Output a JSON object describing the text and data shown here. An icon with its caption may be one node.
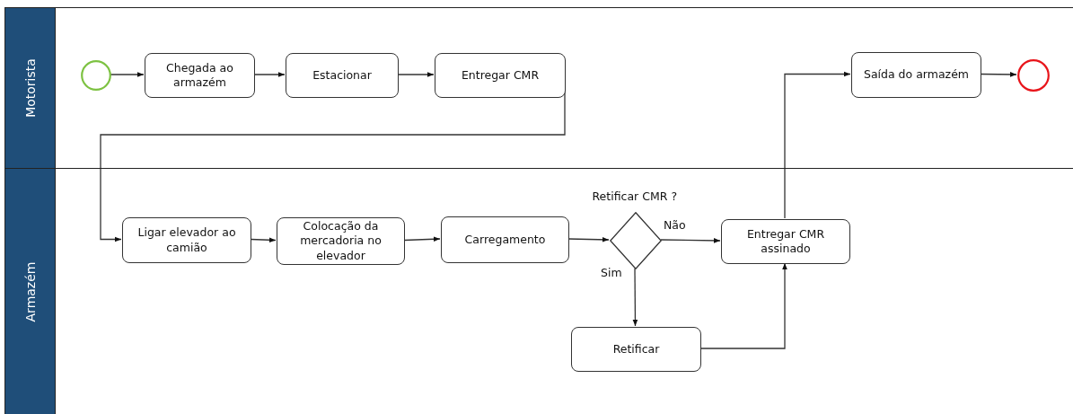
{
  "diagram": {
    "nodes": [
      {
        "text": [
          "Motorista"
        ]
      },
      {
        "text": [
          "Armazém"
        ]
      },
      {
        "text": [],
        "shape": "circle",
        "in": 0
      },
      {
        "text": [
          "Chegada ao armazém"
        ],
        "in": 0
      },
      {
        "text": [
          "Estacionar"
        ],
        "in": 0
      },
      {
        "text": [
          "Entregar CMR"
        ],
        "in": 0
      },
      {
        "text": [
          "Saída do armazém"
        ],
        "in": 0
      },
      {
        "text": [],
        "shape": "circle",
        "in": 0
      },
      {
        "text": [
          "Ligar elevador ao camião"
        ],
        "in": 1
      },
      {
        "text": [
          "Colocação da mercadoria no elevador"
        ],
        "in": 1
      },
      {
        "text": [
          "Carregamento"
        ],
        "in": 1
      },
      {
        "text": [],
        "shape": "diamond",
        "beside": [
          "Retificar CMR ?"
        ],
        "in": 1
      },
      {
        "text": [
          "Entregar CMR assinado"
        ],
        "in": 1
      },
      {
        "text": [
          "Retificar"
        ],
        "in": 1
      }
    ],
    "edges": [
      {
        "from": 2,
        "to": 3,
        "arrow": "to"
      },
      {
        "from": 3,
        "to": 4,
        "arrow": "to"
      },
      {
        "from": 4,
        "to": 5,
        "arrow": "to"
      },
      {
        "from": 5,
        "to": 8,
        "arrow": "to"
      },
      {
        "from": 8,
        "to": 9,
        "arrow": "to"
      },
      {
        "from": 9,
        "to": 10,
        "arrow": "to"
      },
      {
        "from": 10,
        "to": 11,
        "arrow": "to"
      },
      {
        "from": 11,
        "to": 12,
        "arrow": "to",
        "label": "Não"
      },
      {
        "from": 11,
        "to": 13,
        "arrow": "to",
        "label": "Sim"
      },
      {
        "from": 13,
        "to": 12,
        "arrow": "to"
      },
      {
        "from": 12,
        "to": 6,
        "arrow": "to"
      },
      {
        "from": 6,
        "to": 7,
        "arrow": "to"
      }
    ]
  }
}
